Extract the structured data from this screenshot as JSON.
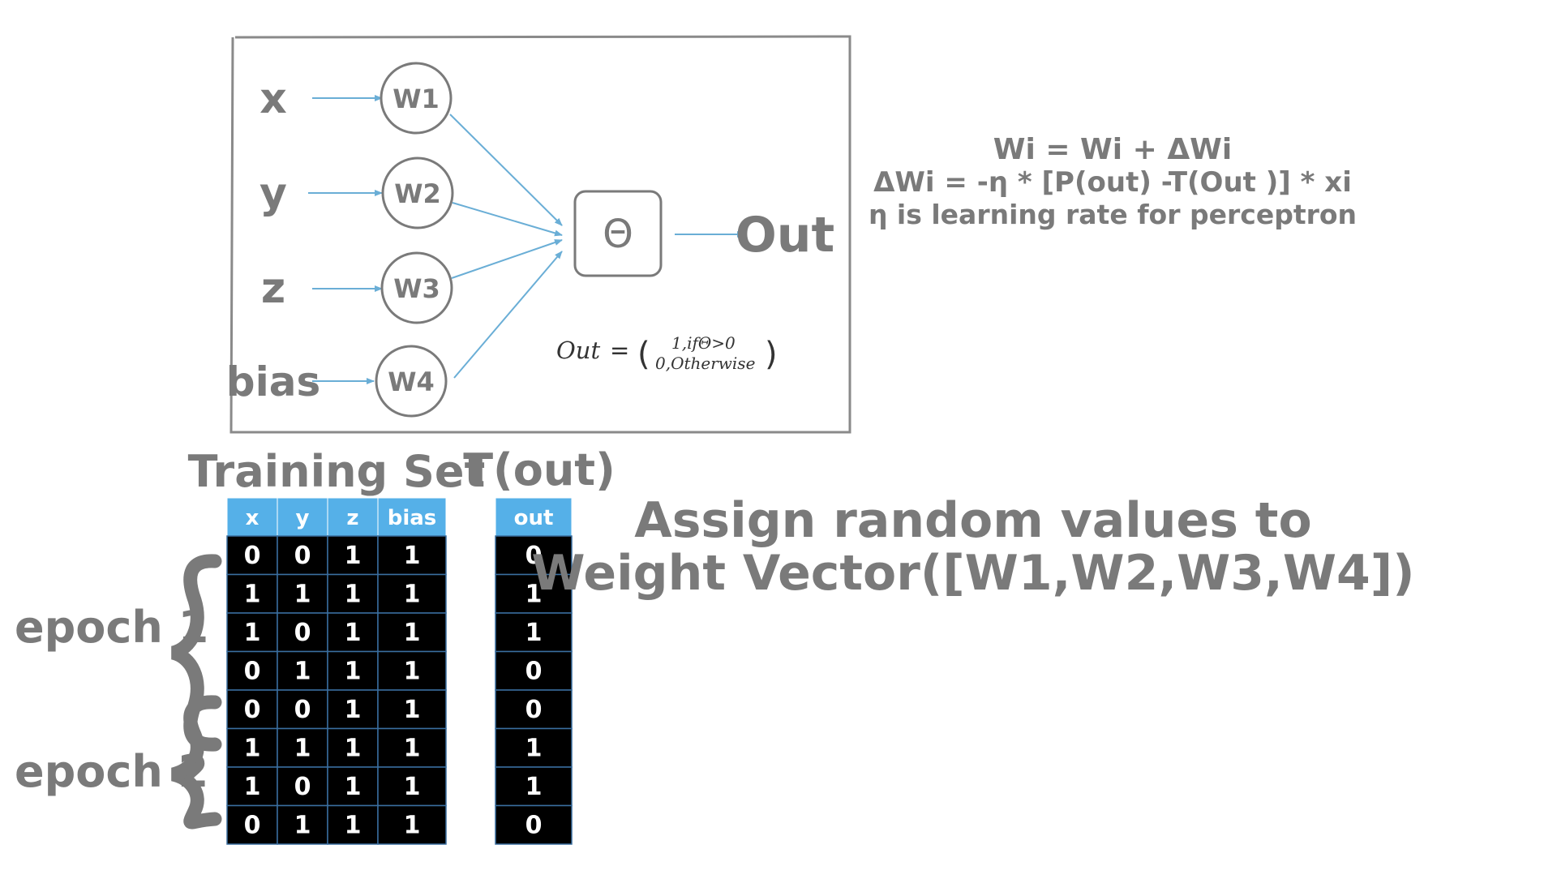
{
  "diagram": {
    "inputs": [
      {
        "label": "x",
        "weight": "W1"
      },
      {
        "label": "y",
        "weight": "W2"
      },
      {
        "label": "z",
        "weight": "W3"
      },
      {
        "label": "bias",
        "weight": "W4"
      }
    ],
    "activation_symbol": "Θ",
    "output_label": "Out",
    "formula": {
      "lhs": "Out",
      "equals": "=",
      "open": "(",
      "case_top": "1,ifΘ>0",
      "case_bottom": "0,Otherwise",
      "close": ")"
    }
  },
  "update_rule": {
    "line1": "Wi = Wi + ΔWi",
    "line2": "ΔWi = -η * [P(out) -T(Out )] * xi",
    "line3": "η is learning rate for perceptron"
  },
  "training_set": {
    "title": "Training Set",
    "headers": [
      "x",
      "y",
      "z",
      "bias"
    ],
    "rows": [
      [
        "0",
        "0",
        "1",
        "1"
      ],
      [
        "1",
        "1",
        "1",
        "1"
      ],
      [
        "1",
        "0",
        "1",
        "1"
      ],
      [
        "0",
        "1",
        "1",
        "1"
      ],
      [
        "0",
        "0",
        "1",
        "1"
      ],
      [
        "1",
        "1",
        "1",
        "1"
      ],
      [
        "1",
        "0",
        "1",
        "1"
      ],
      [
        "0",
        "1",
        "1",
        "1"
      ]
    ]
  },
  "target": {
    "title": "T(out)",
    "header": "out",
    "values": [
      "0",
      "1",
      "1",
      "0",
      "0",
      "1",
      "1",
      "0"
    ]
  },
  "epochs": [
    {
      "label": "epoch 1"
    },
    {
      "label": "epoch 2"
    }
  ],
  "message": {
    "line1": "Assign random values to",
    "line2": "Weight Vector([W1,W2,W3,W4])"
  },
  "colors": {
    "text_gray": "#7a7a7a",
    "frame": "#8a8a8a",
    "arrow": "#6aaed6",
    "table_header": "#55b0e8",
    "table_body": "#000000",
    "table_grid": "#3a6fa0"
  }
}
